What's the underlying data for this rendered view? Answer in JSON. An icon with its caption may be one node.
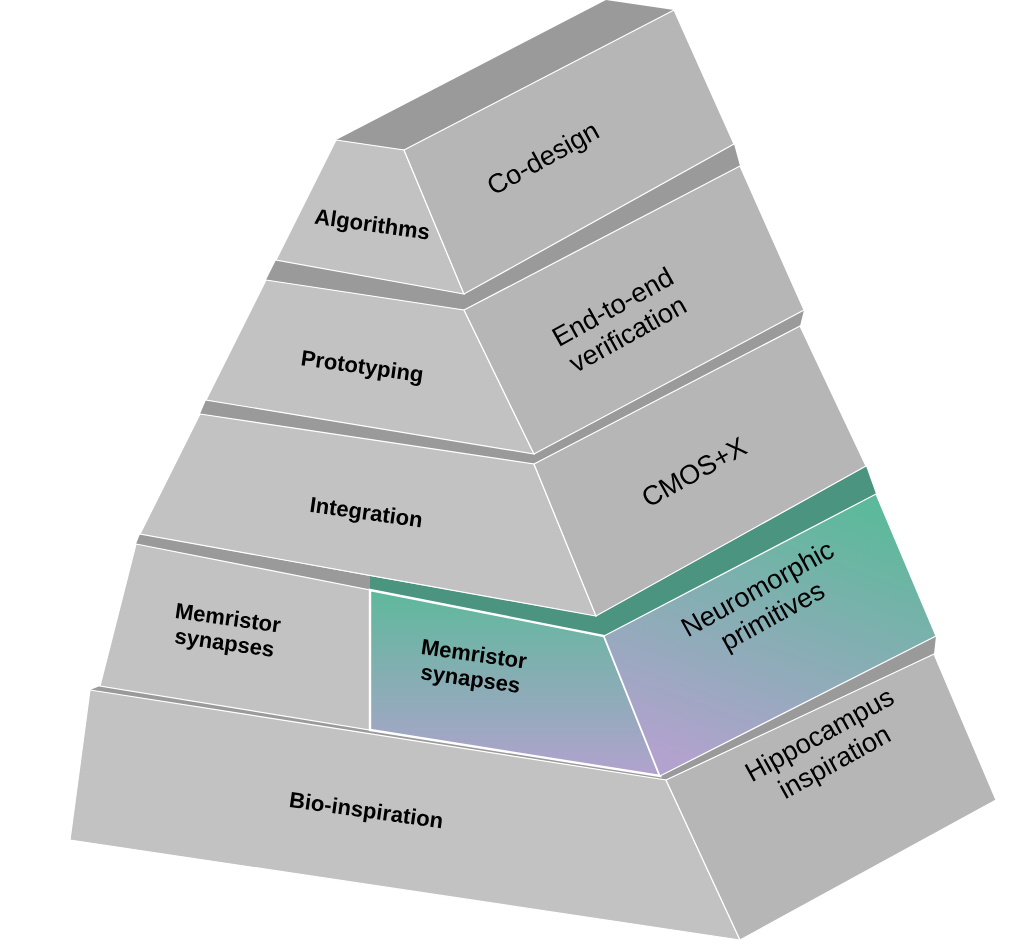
{
  "diagram": {
    "nodes": [
      {
        "text": [
          "Algorithms"
        ]
      },
      {
        "text": [
          "Co-design"
        ]
      },
      {
        "text": [
          "Prototyping"
        ]
      },
      {
        "text": [
          "End-to-end verification"
        ]
      },
      {
        "text": [
          "Integration"
        ]
      },
      {
        "text": [
          "CMOS+X"
        ]
      },
      {
        "text": [
          "Memristor synapses"
        ]
      },
      {
        "text": [
          "Memristor synapses"
        ]
      },
      {
        "text": [
          "Neuromorphic primitives"
        ]
      },
      {
        "text": [
          "Bio-inspiration"
        ]
      },
      {
        "text": [
          "Hippocampus inspiration"
        ]
      }
    ]
  }
}
